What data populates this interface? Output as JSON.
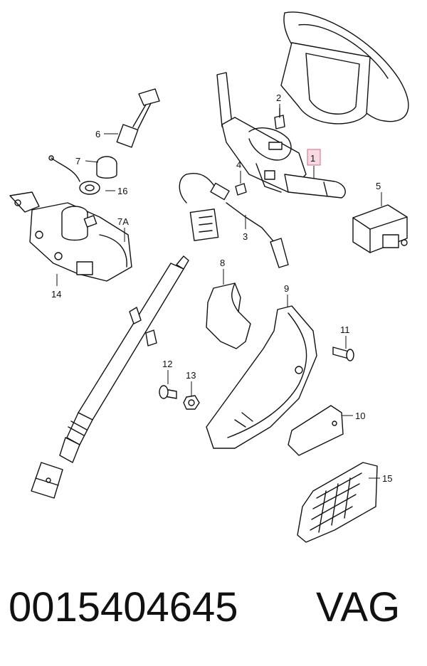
{
  "diagram": {
    "callouts": {
      "c1": "1",
      "c2": "2",
      "c3": "3",
      "c4": "4",
      "c5": "5",
      "c6": "6",
      "c7": "7",
      "c7a": "7A",
      "c8": "8",
      "c9": "9",
      "c10": "10",
      "c11": "11",
      "c12": "12",
      "c13": "13",
      "c14": "14",
      "c15": "15",
      "c16": "16"
    },
    "highlighted_callout": "1",
    "highlight_color": "#f6d9e1"
  },
  "footer": {
    "part_number": "0015404645",
    "brand": "VAG"
  }
}
